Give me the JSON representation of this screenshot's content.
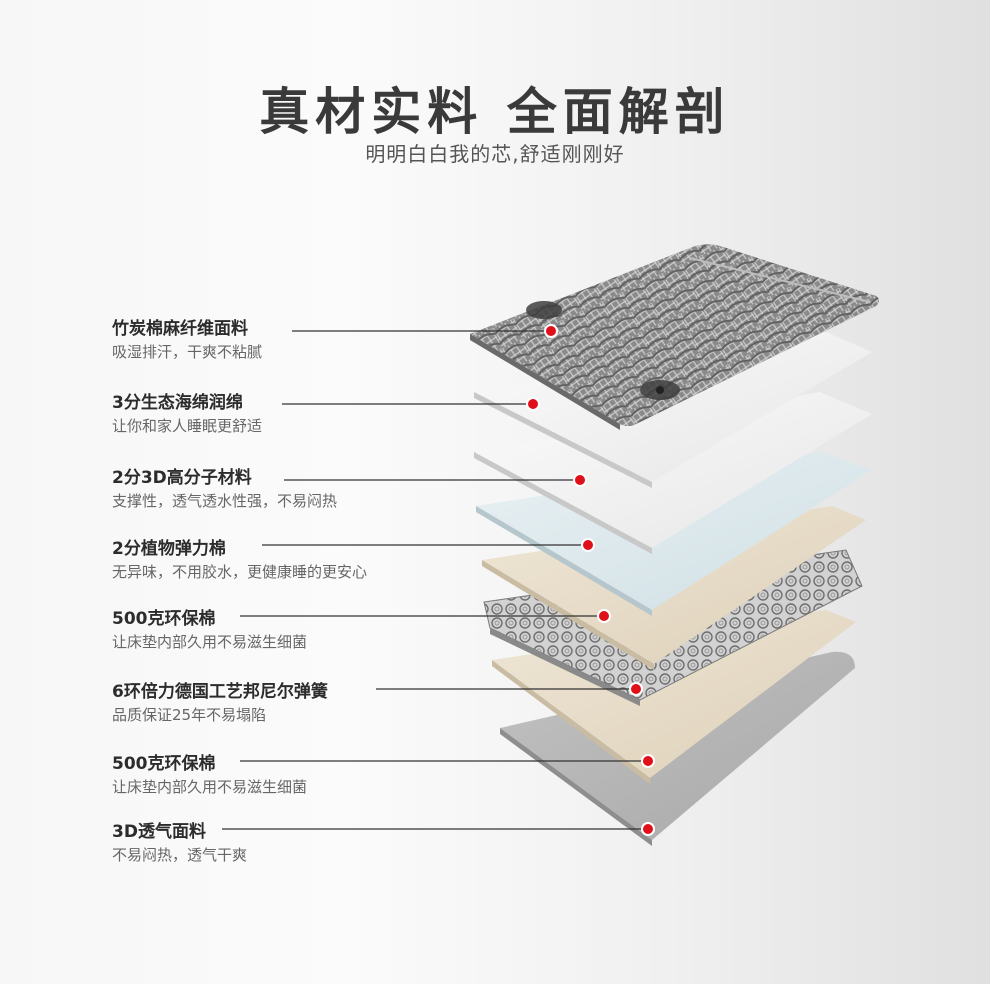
{
  "header": {
    "title": "真材实料 全面解剖",
    "subtitle": "明明白白我的芯,舒适刚刚好"
  },
  "layers": [
    {
      "name": "竹炭棉麻纤维面料",
      "desc": "吸湿排汗，干爽不粘腻"
    },
    {
      "name": "3分生态海绵润绵",
      "desc": "让你和家人睡眠更舒适"
    },
    {
      "name": "2分3D高分子材料",
      "desc": "支撑性，透气透水性强，不易闷热"
    },
    {
      "name": "2分植物弹力棉",
      "desc": "无异味，不用胶水，更健康睡的更安心"
    },
    {
      "name": "500克环保棉",
      "desc": "让床垫内部久用不易滋生细菌"
    },
    {
      "name": "6环倍力德国工艺邦尼尔弹簧",
      "desc": "品质保证25年不易塌陷"
    },
    {
      "name": "500克环保棉",
      "desc": "让床垫内部久用不易滋生细菌"
    },
    {
      "name": "3D透气面料",
      "desc": "不易闷热，透气干爽"
    }
  ],
  "colors": {
    "marker": "#e0101a",
    "line": "#333333"
  }
}
